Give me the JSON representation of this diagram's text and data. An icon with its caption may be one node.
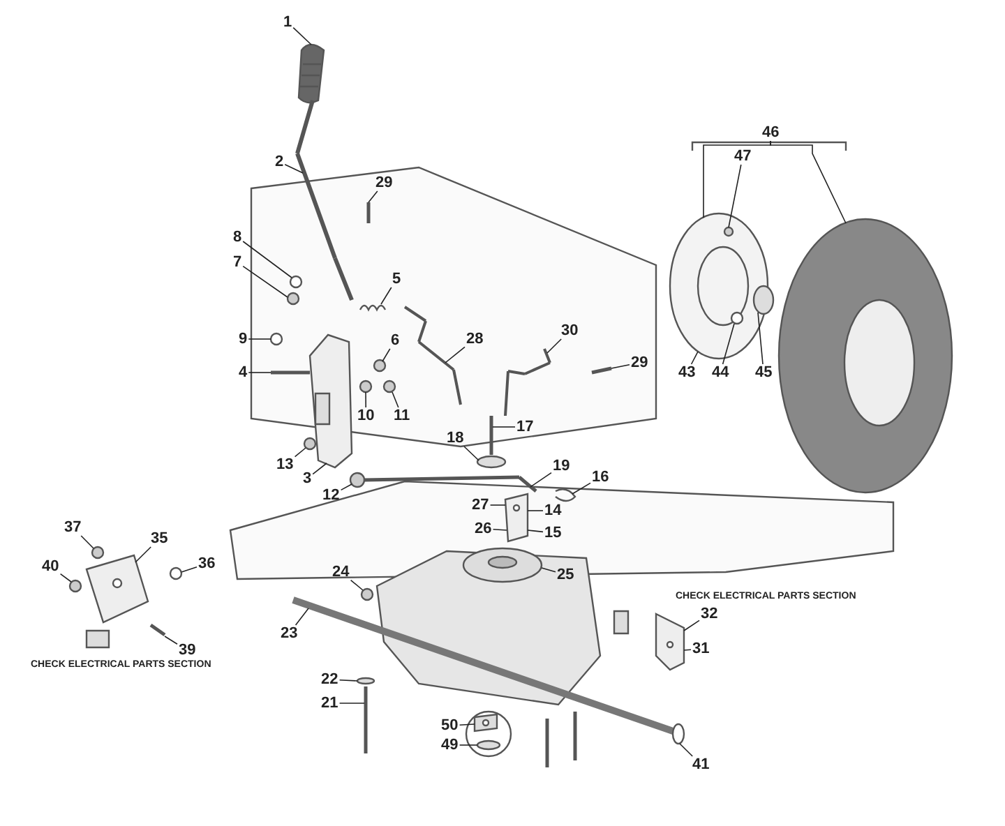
{
  "diagram": {
    "nodes": [
      {
        "text": [
          "1"
        ]
      },
      {
        "text": [
          "46"
        ]
      },
      {
        "text": [
          "47"
        ]
      },
      {
        "text": [
          "2"
        ]
      },
      {
        "text": [
          "29"
        ]
      },
      {
        "text": [
          "8"
        ]
      },
      {
        "text": [
          "7"
        ]
      },
      {
        "text": [
          "5"
        ]
      },
      {
        "text": [
          "30"
        ]
      },
      {
        "text": [
          "28"
        ]
      },
      {
        "text": [
          "9"
        ]
      },
      {
        "text": [
          "29"
        ]
      },
      {
        "text": [
          "43"
        ]
      },
      {
        "text": [
          "44"
        ]
      },
      {
        "text": [
          "45"
        ]
      },
      {
        "text": [
          "4"
        ]
      },
      {
        "text": [
          "6"
        ]
      },
      {
        "text": [
          "10"
        ]
      },
      {
        "text": [
          "11"
        ]
      },
      {
        "text": [
          "18"
        ]
      },
      {
        "text": [
          "17"
        ]
      },
      {
        "text": [
          "13"
        ]
      },
      {
        "text": [
          "19"
        ]
      },
      {
        "text": [
          "16"
        ]
      },
      {
        "text": [
          "3"
        ]
      },
      {
        "text": [
          "12"
        ]
      },
      {
        "text": [
          "27"
        ]
      },
      {
        "text": [
          "14"
        ]
      },
      {
        "text": [
          "26"
        ]
      },
      {
        "text": [
          "37"
        ]
      },
      {
        "text": [
          "15"
        ]
      },
      {
        "text": [
          "35"
        ]
      },
      {
        "text": [
          "36"
        ]
      },
      {
        "text": [
          "40"
        ]
      },
      {
        "text": [
          "25"
        ]
      },
      {
        "text": [
          "24"
        ]
      },
      {
        "text": [
          "32"
        ]
      },
      {
        "text": [
          "23"
        ]
      },
      {
        "text": [
          "31"
        ]
      },
      {
        "text": [
          "39"
        ]
      },
      {
        "text": [
          "22"
        ]
      },
      {
        "text": [
          "21"
        ]
      },
      {
        "text": [
          "50"
        ]
      },
      {
        "text": [
          "49"
        ]
      },
      {
        "text": [
          "41"
        ]
      },
      {
        "text": [],
        "shape": "picture"
      },
      {
        "text": [],
        "shape": "bar"
      },
      {
        "text": [],
        "shape": "bar"
      },
      {
        "text": [],
        "shape": "circle"
      },
      {
        "text": [],
        "shape": "circle"
      },
      {
        "text": [],
        "shape": "picture"
      },
      {
        "text": [],
        "shape": "bar"
      },
      {
        "text": [],
        "shape": "bar"
      },
      {
        "text": [],
        "shape": "circle"
      },
      {
        "text": [],
        "shape": "bar"
      },
      {
        "text": [],
        "shape": "picture"
      },
      {
        "text": [],
        "shape": "picture"
      },
      {
        "text": [],
        "shape": "circle",
        "in": 55
      },
      {
        "text": [],
        "shape": "circle",
        "in": 55
      },
      {
        "text": [],
        "shape": "circle"
      },
      {
        "text": [],
        "shape": "bar"
      },
      {
        "text": [],
        "shape": "circle"
      },
      {
        "text": [],
        "shape": "circle"
      },
      {
        "text": [],
        "shape": "circle"
      },
      {
        "text": [],
        "shape": "bar"
      },
      {
        "text": [],
        "shape": "circle"
      },
      {
        "text": [],
        "shape": "circle"
      },
      {
        "text": [],
        "shape": "bar"
      },
      {
        "text": [],
        "shape": "picture"
      },
      {
        "text": [],
        "shape": "picture"
      },
      {
        "text": [],
        "shape": "circle"
      },
      {
        "text": [],
        "shape": "picture"
      },
      {
        "text": [],
        "shape": "circle"
      },
      {
        "text": [],
        "shape": "picture"
      },
      {
        "text": [],
        "shape": "circle"
      },
      {
        "text": [],
        "shape": "circle"
      },
      {
        "text": [],
        "shape": "picture"
      },
      {
        "text": [],
        "shape": "circle"
      },
      {
        "text": [],
        "shape": "picture"
      },
      {
        "text": [],
        "shape": "bar"
      },
      {
        "text": [],
        "shape": "bar"
      },
      {
        "text": [],
        "shape": "circle"
      },
      {
        "text": [],
        "shape": "bar"
      },
      {
        "text": [],
        "shape": "picture"
      },
      {
        "text": [],
        "shape": "circle"
      },
      {
        "text": [],
        "shape": "circle"
      }
    ],
    "edges": [
      {
        "from": 0,
        "to": 45,
        "arrow": "none"
      },
      {
        "from": 1,
        "to": 55,
        "arrow": "none"
      },
      {
        "from": 1,
        "to": 56,
        "arrow": "none"
      },
      {
        "from": 2,
        "to": 57,
        "arrow": "none"
      },
      {
        "from": 3,
        "to": 46,
        "arrow": "none"
      },
      {
        "from": 4,
        "to": 47,
        "arrow": "none"
      },
      {
        "from": 5,
        "to": 48,
        "arrow": "none"
      },
      {
        "from": 6,
        "to": 49,
        "arrow": "none"
      },
      {
        "from": 7,
        "to": 50,
        "arrow": "none"
      },
      {
        "from": 8,
        "to": 51,
        "arrow": "none"
      },
      {
        "from": 9,
        "to": 52,
        "arrow": "none"
      },
      {
        "from": 10,
        "to": 53,
        "arrow": "none"
      },
      {
        "from": 11,
        "to": 54,
        "arrow": "none"
      },
      {
        "from": 12,
        "to": 55,
        "arrow": "none"
      },
      {
        "from": 13,
        "to": 58,
        "arrow": "none"
      },
      {
        "from": 14,
        "to": 59,
        "arrow": "none"
      },
      {
        "from": 15,
        "to": 60,
        "arrow": "none"
      },
      {
        "from": 16,
        "to": 61,
        "arrow": "none"
      },
      {
        "from": 17,
        "to": 62,
        "arrow": "none"
      },
      {
        "from": 18,
        "to": 63,
        "arrow": "none"
      },
      {
        "from": 19,
        "to": 65,
        "arrow": "none"
      },
      {
        "from": 20,
        "to": 64,
        "arrow": "none"
      },
      {
        "from": 21,
        "to": 66,
        "arrow": "none"
      },
      {
        "from": 22,
        "to": 67,
        "arrow": "none"
      },
      {
        "from": 23,
        "to": 68,
        "arrow": "none"
      },
      {
        "from": 24,
        "to": 69,
        "arrow": "none"
      },
      {
        "from": 25,
        "to": 70,
        "arrow": "none"
      },
      {
        "from": 26,
        "to": 71,
        "arrow": "none"
      },
      {
        "from": 27,
        "to": 71,
        "arrow": "none"
      },
      {
        "from": 28,
        "to": 71,
        "arrow": "none"
      },
      {
        "from": 29,
        "to": 72,
        "arrow": "none"
      },
      {
        "from": 30,
        "to": 71,
        "arrow": "none"
      },
      {
        "from": 31,
        "to": 73,
        "arrow": "none"
      },
      {
        "from": 32,
        "to": 74,
        "arrow": "none"
      },
      {
        "from": 33,
        "to": 75,
        "arrow": "none"
      },
      {
        "from": 34,
        "to": 76,
        "arrow": "none"
      },
      {
        "from": 35,
        "to": 77,
        "arrow": "none"
      },
      {
        "from": 36,
        "to": 78,
        "arrow": "none"
      },
      {
        "from": 37,
        "to": 79,
        "arrow": "none"
      },
      {
        "from": 38,
        "to": 78,
        "arrow": "none"
      },
      {
        "from": 39,
        "to": 80,
        "arrow": "none"
      },
      {
        "from": 40,
        "to": 81,
        "arrow": "none"
      },
      {
        "from": 41,
        "to": 82,
        "arrow": "none"
      },
      {
        "from": 42,
        "to": 83,
        "arrow": "none"
      },
      {
        "from": 43,
        "to": 84,
        "arrow": "none"
      },
      {
        "from": 44,
        "to": 85,
        "arrow": "none"
      }
    ],
    "labels": [
      "CHECK ELECTRICAL PARTS SECTION",
      "CHECK ELECTRICAL PARTS SECTION"
    ]
  }
}
